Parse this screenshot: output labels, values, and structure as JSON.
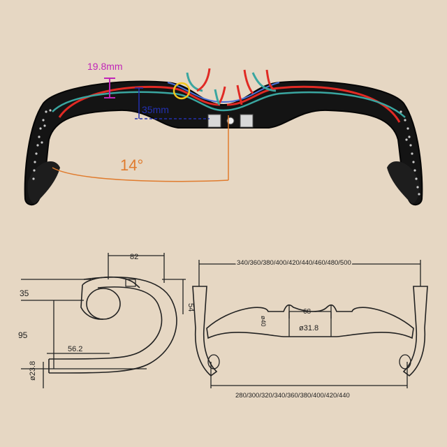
{
  "top_view": {
    "drop_label": "19.8mm",
    "rise_label": "35mm",
    "flare_label": "14°",
    "colors": {
      "bar": "#141414",
      "cable_red": "#e02a24",
      "cable_teal": "#3aa6a0",
      "cable_blue": "#4a6fd8",
      "drop_dim": "#c026b8",
      "rise_dim": "#2330b0",
      "angle": "#e07b2d",
      "highlight": "#f2c51d",
      "background": "#e6d7c3"
    }
  },
  "side_view": {
    "reach_label": "82",
    "rise_label": "35",
    "drop_label": "95",
    "height_label": "54",
    "hoods_label": "56.2",
    "drop_diameter_label": "ø23.8"
  },
  "front_view": {
    "top_width_label": "340/360/380/400/420/440/460/480/500",
    "bottom_width_label": "280/300/320/340/360/380/400/420/440",
    "clamp_width_label": "68",
    "clamp_diameter_label": "ø31.8",
    "side_label": "ø40"
  }
}
